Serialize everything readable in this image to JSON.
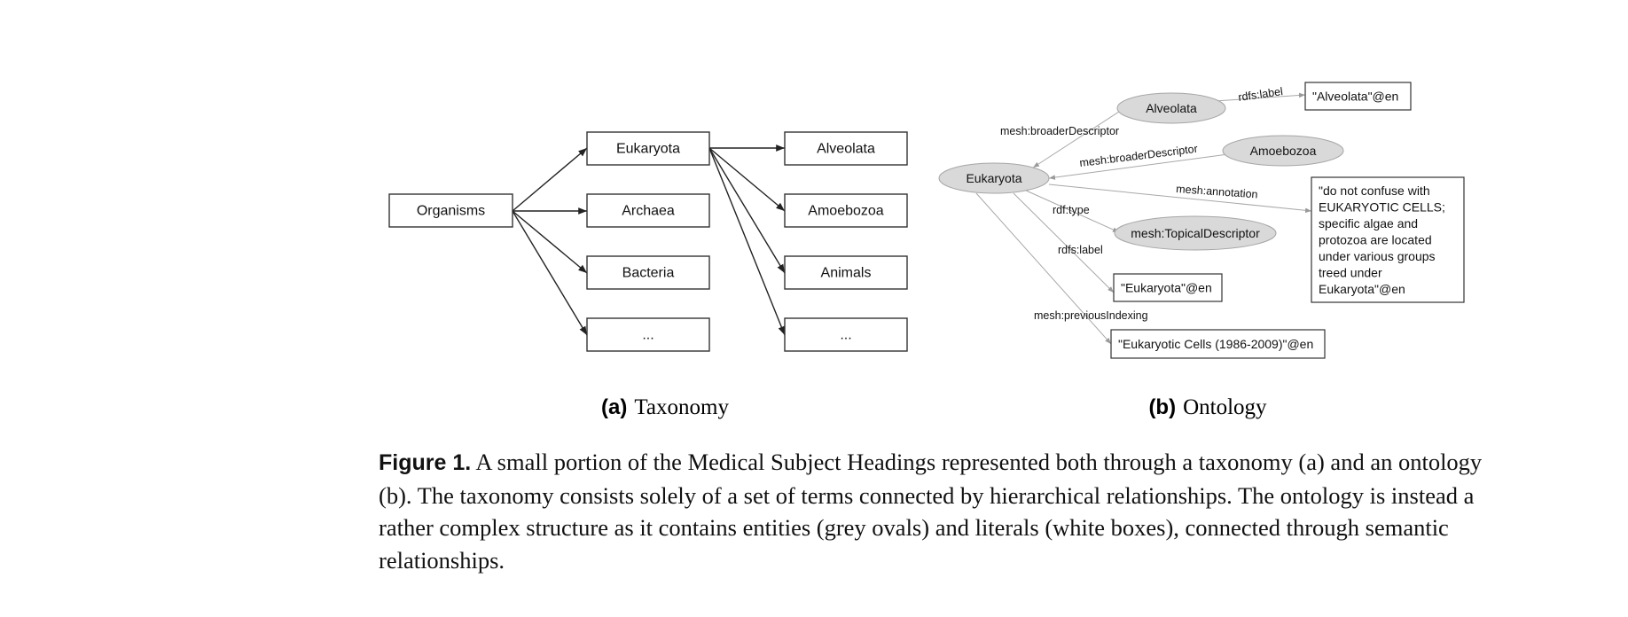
{
  "taxonomy": {
    "subcaption_letter": "(a)",
    "subcaption_text": "Taxonomy",
    "nodes": [
      {
        "id": "organisms",
        "label": "Organisms"
      },
      {
        "id": "eukaryota",
        "label": "Eukaryota"
      },
      {
        "id": "archaea",
        "label": "Archaea"
      },
      {
        "id": "bacteria",
        "label": "Bacteria"
      },
      {
        "id": "more1",
        "label": "..."
      },
      {
        "id": "alveolata",
        "label": "Alveolata"
      },
      {
        "id": "amoebozoa",
        "label": "Amoebozoa"
      },
      {
        "id": "animals",
        "label": "Animals"
      },
      {
        "id": "more2",
        "label": "..."
      }
    ],
    "edges": [
      {
        "from": "organisms",
        "to": "eukaryota"
      },
      {
        "from": "organisms",
        "to": "archaea"
      },
      {
        "from": "organisms",
        "to": "bacteria"
      },
      {
        "from": "organisms",
        "to": "more1"
      },
      {
        "from": "eukaryota",
        "to": "alveolata"
      },
      {
        "from": "eukaryota",
        "to": "amoebozoa"
      },
      {
        "from": "eukaryota",
        "to": "animals"
      },
      {
        "from": "eukaryota",
        "to": "more2"
      }
    ]
  },
  "ontology": {
    "subcaption_letter": "(b)",
    "subcaption_text": "Ontology",
    "entities": [
      {
        "id": "eukaryota",
        "label": "Eukaryota"
      },
      {
        "id": "alveolata",
        "label": "Alveolata"
      },
      {
        "id": "amoebozoa",
        "label": "Amoebozoa"
      },
      {
        "id": "topical",
        "label": "mesh:TopicalDescriptor"
      }
    ],
    "literals": [
      {
        "id": "alveolata_lit",
        "lines": [
          "\"Alveolata\"@en"
        ]
      },
      {
        "id": "annotation_lit",
        "lines": [
          "\"do not confuse with",
          "EUKARYOTIC CELLS;",
          "specific algae and",
          "protozoa are located",
          "under various groups",
          "treed under",
          "Eukaryota\"@en"
        ]
      },
      {
        "id": "eukaryota_lit",
        "lines": [
          "\"Eukaryota\"@en"
        ]
      },
      {
        "id": "cells_lit",
        "lines": [
          "\"Eukaryotic Cells (1986-2009)\"@en"
        ]
      }
    ],
    "relations": [
      {
        "from": "alveolata",
        "to": "alveolata_lit",
        "label": "rdfs:label"
      },
      {
        "from": "alveolata",
        "to": "eukaryota",
        "label": "mesh:broaderDescriptor"
      },
      {
        "from": "amoebozoa",
        "to": "eukaryota",
        "label": "mesh:broaderDescriptor"
      },
      {
        "from": "eukaryota",
        "to": "annotation_lit",
        "label": "mesh:annotation"
      },
      {
        "from": "eukaryota",
        "to": "topical",
        "label": "rdf:type"
      },
      {
        "from": "eukaryota",
        "to": "eukaryota_lit",
        "label": "rdfs:label"
      },
      {
        "from": "eukaryota",
        "to": "cells_lit",
        "label": "mesh:previousIndexing"
      }
    ]
  },
  "caption": {
    "label": "Figure 1.",
    "text": "A small portion of the Medical Subject Headings represented both through a taxonomy (a) and an ontology (b). The taxonomy consists solely of a set of terms connected by hierarchical relationships. The ontology is instead a rather complex structure as it contains entities (grey ovals) and literals (white boxes), connected through semantic relationships."
  },
  "colors": {
    "entity_fill": "#d9d9d9",
    "entity_stroke": "#a6a6a6",
    "literal_fill": "#ffffff",
    "edge_ontology": "#a8a8a8",
    "edge_taxonomy": "#222222"
  }
}
